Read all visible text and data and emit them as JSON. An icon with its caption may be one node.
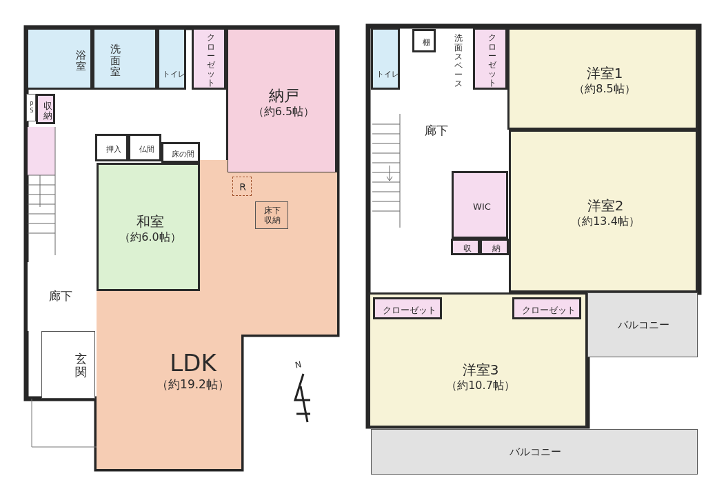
{
  "diagram": {
    "nodes": [
      {
        "text": [
          "浴室"
        ]
      },
      {
        "text": [
          "洗面室"
        ]
      },
      {
        "text": [
          "トイレ"
        ]
      },
      {
        "text": [
          "クローゼット"
        ]
      },
      {
        "text": [
          "納戸",
          "（約6.5帖）"
        ]
      },
      {
        "text": [
          "PS"
        ]
      },
      {
        "text": [
          "収納"
        ]
      },
      {
        "text": [
          "押入"
        ]
      },
      {
        "text": [
          "仏間"
        ]
      },
      {
        "text": [
          "床の間"
        ]
      },
      {
        "text": [
          "和室",
          "（約6.0帖）"
        ]
      },
      {
        "text": [
          "LDK",
          "（約19.2帖）"
        ]
      },
      {
        "text": [
          "R"
        ],
        "in": 11
      },
      {
        "text": [
          "床下収納"
        ],
        "in": 11
      },
      {
        "text": [
          "廊下"
        ]
      },
      {
        "text": [
          "玄関"
        ]
      },
      {
        "text": [
          "トイレ"
        ]
      },
      {
        "text": [
          "棚"
        ]
      },
      {
        "text": [
          "洗面スペース"
        ]
      },
      {
        "text": [
          "クローゼット"
        ]
      },
      {
        "text": [
          "洋室1",
          "（約8.5帖）"
        ]
      },
      {
        "text": [
          "廊下"
        ]
      },
      {
        "text": [
          "WIC"
        ]
      },
      {
        "text": [
          "収"
        ]
      },
      {
        "text": [
          "納"
        ]
      },
      {
        "text": [
          "洋室2",
          "（約13.4帖）"
        ]
      },
      {
        "text": [
          "洋室3",
          "（約10.7帖）"
        ]
      },
      {
        "text": [
          "クローゼット"
        ],
        "in": 26
      },
      {
        "text": [
          "クローゼット"
        ],
        "in": 26
      },
      {
        "text": [
          "バルコニー"
        ]
      },
      {
        "text": [
          "バルコニー"
        ]
      }
    ],
    "labels": [
      "N"
    ]
  }
}
